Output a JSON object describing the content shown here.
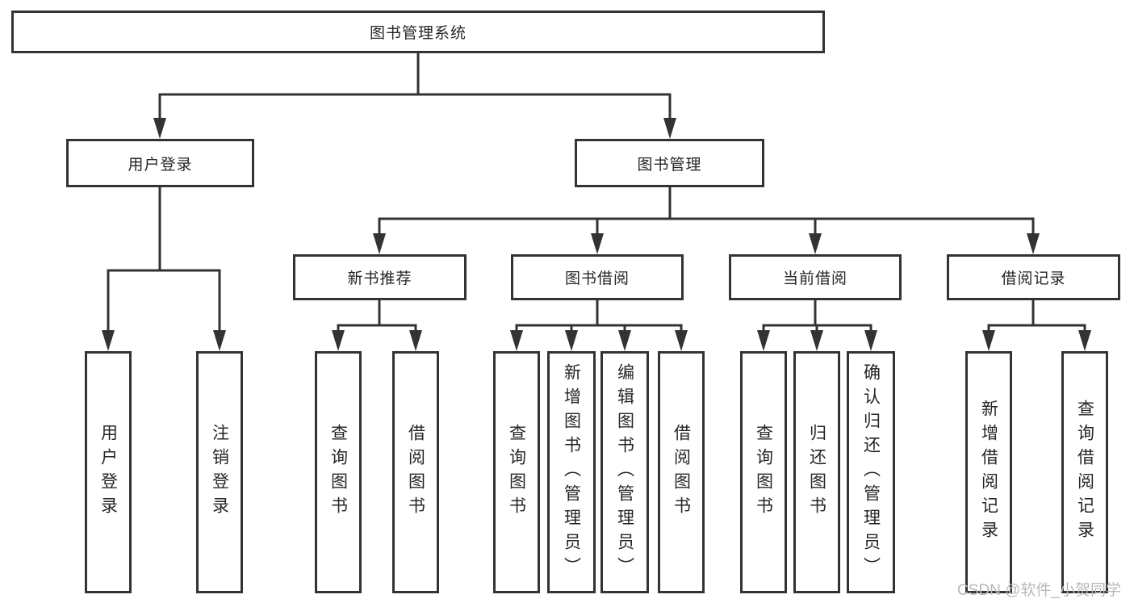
{
  "diagram": {
    "root": {
      "label": "图书管理系统"
    },
    "level2": {
      "user_login": {
        "label": "用户登录"
      },
      "book_management": {
        "label": "图书管理"
      }
    },
    "level3": {
      "new_book_recommend": {
        "label": "新书推荐"
      },
      "book_borrow": {
        "label": "图书借阅"
      },
      "current_borrow": {
        "label": "当前借阅"
      },
      "borrow_records": {
        "label": "借阅记录"
      }
    },
    "leaves": {
      "user_login": [
        "用户登录",
        "注销登录"
      ],
      "new_book_recommend": [
        "查询图书",
        "借阅图书"
      ],
      "book_borrow": [
        "查询图书",
        "新增图书（管理员）",
        "编辑图书（管理员）",
        "借阅图书"
      ],
      "current_borrow": [
        "查询图书",
        "归还图书",
        "确认归还（管理员）"
      ],
      "borrow_records": [
        "新增借阅记录",
        "查询借阅记录"
      ]
    },
    "watermark": "CSDN @软件_小贺同学",
    "colors": {
      "line": "#333333",
      "text": "#262626",
      "background": "#ffffff",
      "watermark": "#b9b9b9"
    }
  }
}
